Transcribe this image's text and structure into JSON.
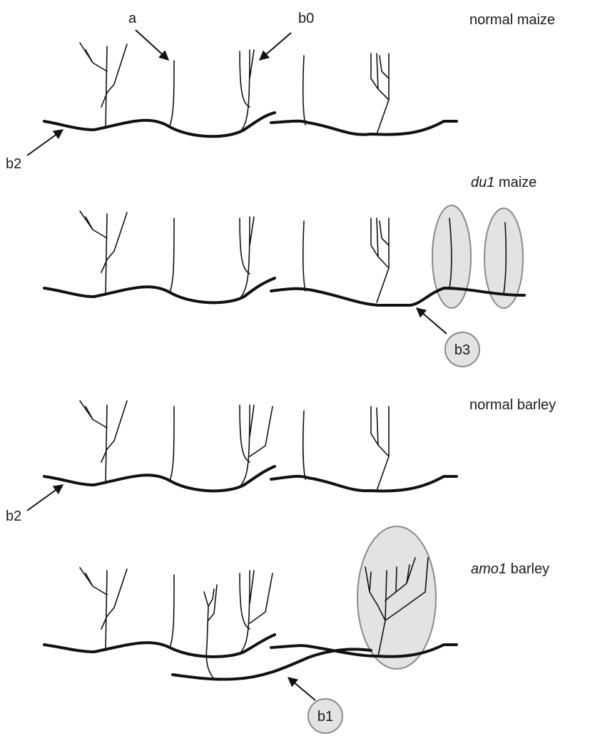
{
  "panels": [
    {
      "id": "normal-maize",
      "label_italic": "",
      "label_rest": "normal maize"
    },
    {
      "id": "du1-maize",
      "label_italic": "du1",
      "label_rest": " maize"
    },
    {
      "id": "normal-barley",
      "label_italic": "",
      "label_rest": "normal barley"
    },
    {
      "id": "amo1-barley",
      "label_italic": "amo1",
      "label_rest": " barley"
    }
  ],
  "annotations": {
    "a": "a",
    "b0": "b0",
    "b2_top": "b2",
    "b2_mid": "b2",
    "b3": "b3",
    "b1": "b1"
  },
  "colors": {
    "chain": "#111111",
    "highlight_fill": "#e3e3e3",
    "highlight_stroke": "#8a8a8a"
  }
}
